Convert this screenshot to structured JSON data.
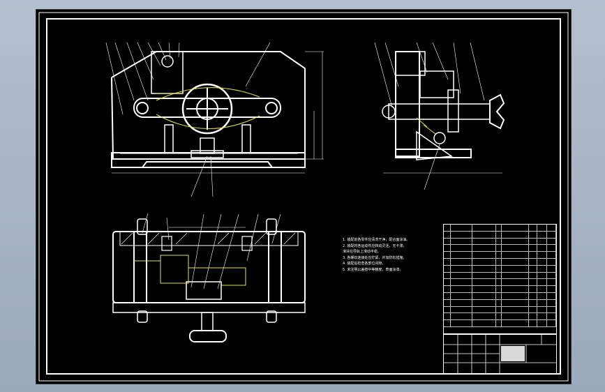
{
  "drawing": {
    "colors": {
      "background": "#000000",
      "outline": "#ffffff",
      "hidden": "#e8e04a",
      "frame": "#ffffff",
      "window": "#a9b6c6"
    },
    "leader_count_front": 10,
    "leader_count_side": 6,
    "leader_count_top": 9
  },
  "notes": {
    "lines": [
      "1. 装配前各零件应清洗干净，配合面涂油。",
      "2. 装配时各运动件应转动灵活，无卡滞，",
      "   滑块在导轨上滑动平稳。",
      "3. 各螺纹连接处应拧紧，并加防松措施。",
      "4. 装配后检查各部位间隙。",
      "5. 未注明公差按中等精度，表面涂漆。"
    ]
  },
  "bom": {
    "row_count": 15
  },
  "title_block": {
    "rows": 4
  }
}
